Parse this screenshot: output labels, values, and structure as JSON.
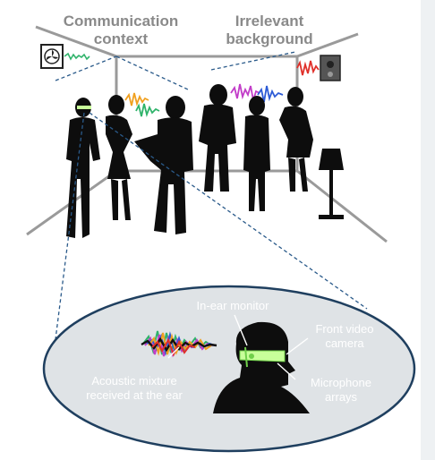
{
  "labels": {
    "communication_context": [
      "Communication",
      "context"
    ],
    "irrelevant_background": [
      "Irrelevant",
      "background"
    ],
    "in_ear_monitor": "In-ear monitor",
    "front_video_camera": [
      "Front video",
      "camera"
    ],
    "microphone_arrays": [
      "Microphone",
      "arrays"
    ],
    "acoustic_mixture": [
      "Acoustic mixture",
      "received at the ear"
    ]
  },
  "icons": [
    "fan-icon",
    "speaker-icon",
    "floor-lamp-icon",
    "headset-glasses-icon"
  ],
  "colors": {
    "room_lines": "#9a9a9a",
    "silhouette": "#0d0d0d",
    "ellipse_fill": "#dfe3e6",
    "ellipse_stroke": "#1f3f5f",
    "dashed_line": "#2a5a8a",
    "wave_green": "#2fb36a",
    "wave_orange": "#f0a020",
    "wave_magenta": "#c23cc8",
    "wave_blue": "#2d5bd6",
    "wave_red": "#e0302a",
    "glasses_light": "#c8ff9a"
  }
}
